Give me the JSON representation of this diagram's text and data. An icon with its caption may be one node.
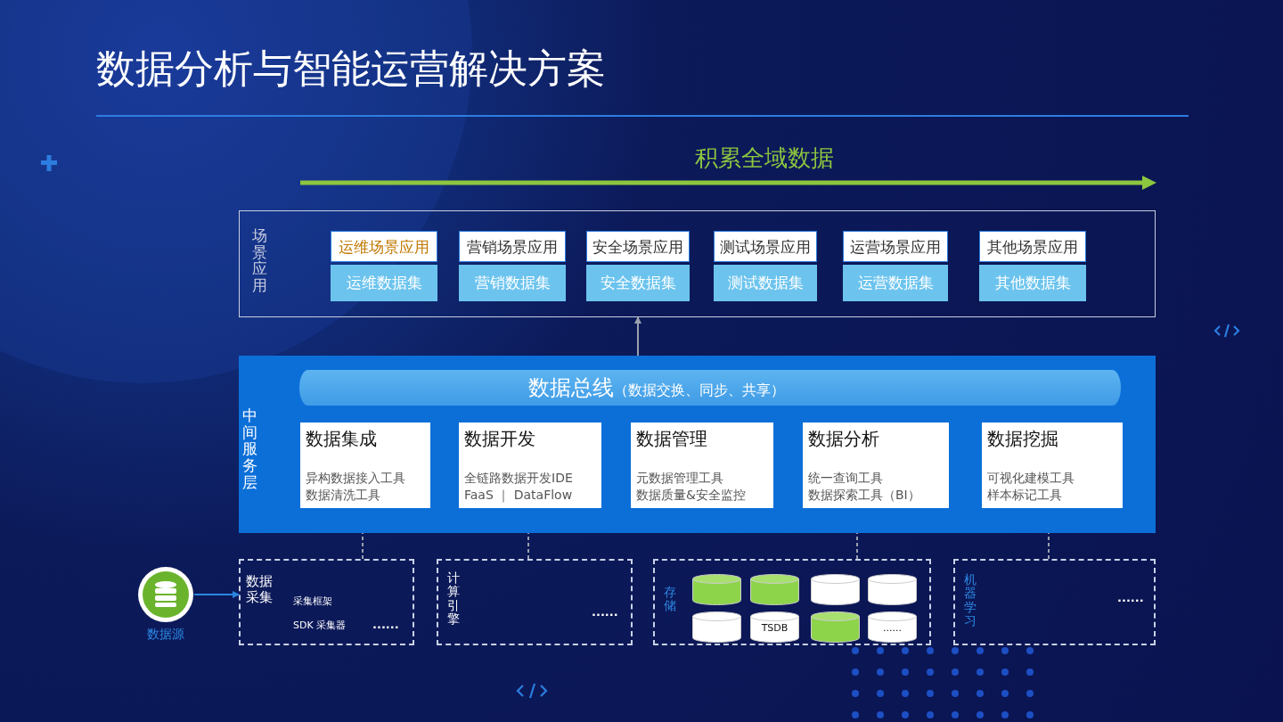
{
  "diagram": {
    "title": "数据分析与智能运营解决方案",
    "nodes": [
      {
        "text": [
          "场景应用"
        ]
      },
      {
        "text": [
          "运维场景应用"
        ],
        "in": 0
      },
      {
        "text": [
          "运维数据集"
        ],
        "in": 0
      },
      {
        "text": [
          "营销场景应用"
        ],
        "in": 0
      },
      {
        "text": [
          "营销数据集"
        ],
        "in": 0
      },
      {
        "text": [
          "安全场景应用"
        ],
        "in": 0
      },
      {
        "text": [
          "安全数据集"
        ],
        "in": 0
      },
      {
        "text": [
          "测试场景应用"
        ],
        "in": 0
      },
      {
        "text": [
          "测试数据集"
        ],
        "in": 0
      },
      {
        "text": [
          "运营场景应用"
        ],
        "in": 0
      },
      {
        "text": [
          "运营数据集"
        ],
        "in": 0
      },
      {
        "text": [
          "其他场景应用"
        ],
        "in": 0
      },
      {
        "text": [
          "其他数据集"
        ],
        "in": 0
      },
      {
        "text": [
          "中间服务层"
        ]
      },
      {
        "text": [
          "数据总线",
          "（数据交换、同步、共享）"
        ],
        "in": 13
      },
      {
        "text": [
          "数据集成",
          "异构数据接入工具",
          "数据清洗工具"
        ],
        "in": 13
      },
      {
        "text": [
          "数据开发",
          "全链路数据开发IDE",
          "FaaS ｜ DataFlow"
        ],
        "in": 13
      },
      {
        "text": [
          "数据管理",
          "元数据管理工具",
          "数据质量&安全监控"
        ],
        "in": 13
      },
      {
        "text": [
          "数据分析",
          "统一查询工具",
          "数据探索工具（BI）"
        ],
        "in": 13
      },
      {
        "text": [
          "数据挖掘",
          "可视化建模工具",
          "样本标记工具"
        ],
        "in": 13
      },
      {
        "text": [],
        "shape": "circle",
        "beside": [
          "数据源"
        ]
      },
      {
        "text": [
          "数据采集",
          "采集框架",
          "SDK 采集器",
          "......"
        ]
      },
      {
        "text": [
          "计算引擎",
          "......"
        ]
      },
      {
        "text": [
          "存储"
        ]
      },
      {
        "text": [],
        "shape": "cylinder",
        "in": 23
      },
      {
        "text": [],
        "shape": "cylinder",
        "in": 23
      },
      {
        "text": [],
        "shape": "cylinder",
        "in": 23
      },
      {
        "text": [],
        "shape": "cylinder",
        "in": 23
      },
      {
        "text": [],
        "shape": "cylinder",
        "in": 23
      },
      {
        "text": [
          "TSDB"
        ],
        "in": 23
      },
      {
        "text": [],
        "shape": "cylinder",
        "in": 23
      },
      {
        "text": [
          "......"
        ],
        "in": 23
      },
      {
        "text": [
          "机器学习",
          "......"
        ]
      }
    ],
    "edges": [
      {
        "from": 13,
        "to": 0,
        "arrow": "to"
      },
      {
        "from": 20,
        "to": 21,
        "arrow": "to",
        "color": "#2a86e0"
      },
      {
        "from": 21,
        "to": 15,
        "arrow": "none",
        "style": "dashed"
      },
      {
        "from": 22,
        "to": 16,
        "arrow": "none",
        "style": "dashed"
      },
      {
        "from": 23,
        "to": 18,
        "arrow": "none",
        "style": "dashed"
      },
      {
        "from": 32,
        "to": 19,
        "arrow": "none",
        "style": "dashed"
      }
    ],
    "labels": [
      "积累全域数据"
    ]
  }
}
